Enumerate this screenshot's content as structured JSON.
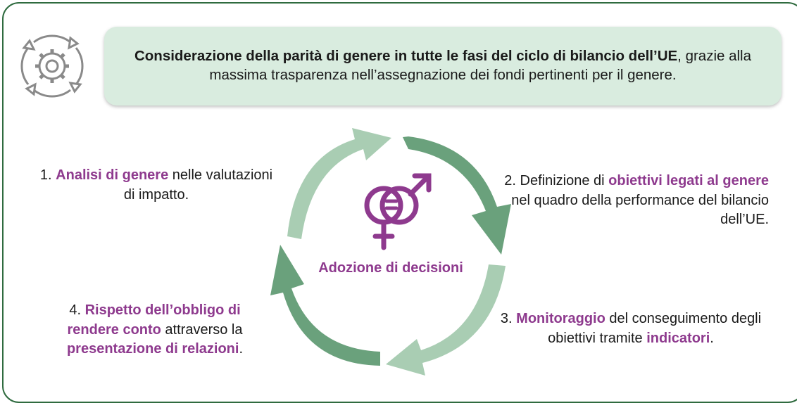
{
  "banner": {
    "bold_text": "Considerazione della parità di genere in tutte le fasi del ciclo di bilancio dell’UE",
    "rest_text": ", grazie alla massima trasparenza nell’assegnazione dei fondi pertinenti per il genere."
  },
  "center_label": "Adozione di decisioni",
  "steps": [
    {
      "number": "1. ",
      "hl": "Analisi di genere",
      "rest": " nelle valutazioni di impatto."
    },
    {
      "pre": "2. Definizione di ",
      "hl": "obiettivi legati al genere",
      "rest": " nel quadro della performance del bilancio dell’UE."
    },
    {
      "number": "3. ",
      "hl": "Monitoraggio",
      "mid": " del conseguimento degli obiettivi tramite ",
      "hl2": "indicatori",
      "end": "."
    },
    {
      "number": "4. ",
      "hl": "Rispetto dell’obbligo di rendere conto",
      "mid": " attraverso la ",
      "hl2": "presentazione di relazioni",
      "end": "."
    }
  ],
  "colors": {
    "accent": "#8e3a8e",
    "arrow_dark": "#6aa17c",
    "arrow_light": "#a9cdb3",
    "banner_bg": "#d9ecdf",
    "frame": "#2f6b3f"
  },
  "icons": [
    "cycle-gear-icon",
    "gender-equality-icon"
  ]
}
